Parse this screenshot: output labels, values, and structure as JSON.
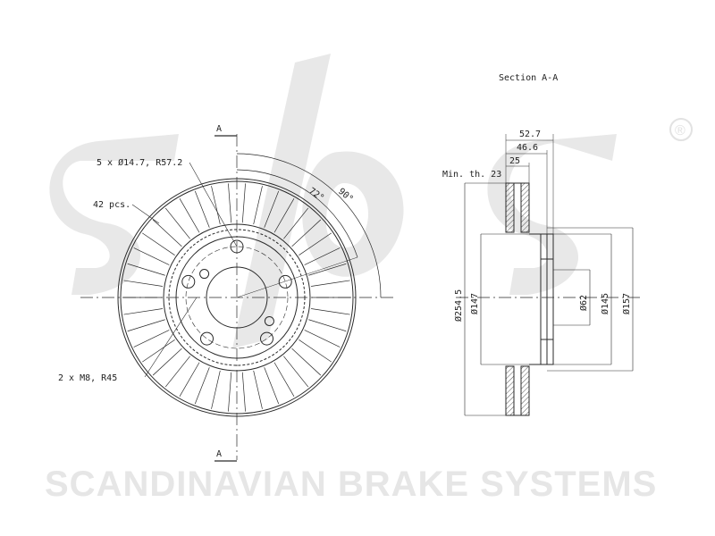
{
  "brand": {
    "logo_text": "sbs",
    "registered_mark": "®",
    "banner": "SCANDINAVIAN BRAKE SYSTEMS"
  },
  "drawing": {
    "section_title": "Section A-A",
    "section_marker_top": "A",
    "section_marker_bottom": "A",
    "bolt_holes": "5 x Ø14.7, R57.2",
    "vanes": "42 pcs.",
    "threads": "2 x M8, R45",
    "angle_72": "72°",
    "angle_90": "90°",
    "min_thickness": "Min. th. 23",
    "dim_overall_height": "52.7",
    "dim_height": "46.6",
    "dim_thickness": "25",
    "dia_outer": "Ø254.5",
    "dia_inner_ring": "Ø147",
    "dia_center": "Ø62",
    "dia_hat": "Ø145",
    "dia_flange": "Ø157"
  },
  "colors": {
    "line": "#2a2a2a",
    "watermark": "#e6e6e6"
  }
}
